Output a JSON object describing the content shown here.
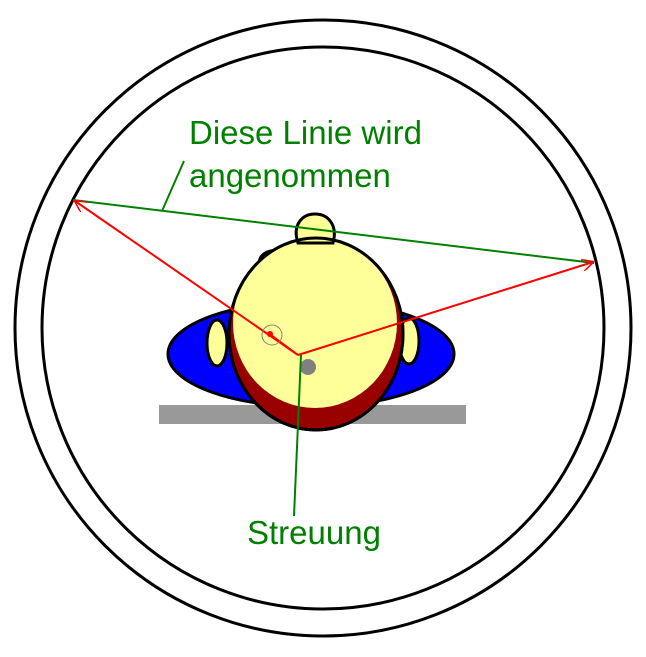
{
  "labels": {
    "line_line1": "Diese Linie wird",
    "line_line2": "angenommen",
    "scatter": "Streuung"
  },
  "colors": {
    "outline": "#000000",
    "label_green": "#008000",
    "ray_red": "#ff0000",
    "hood_blue": "#0000ff",
    "head_yellow": "#ffff99",
    "chin_maroon": "#990000",
    "shadow_gray": "#999999",
    "center_gray": "#808080"
  }
}
